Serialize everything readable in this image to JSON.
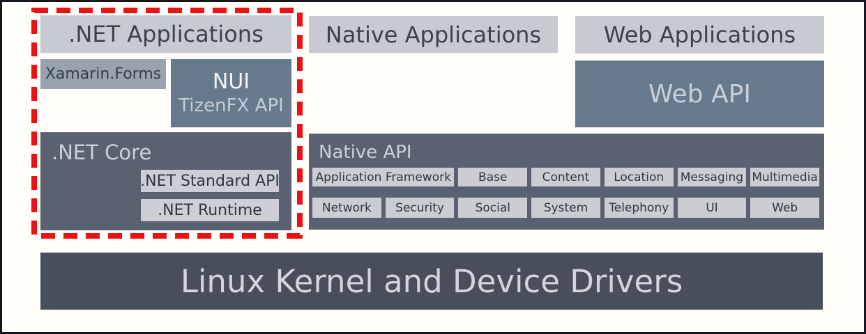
{
  "diagram": {
    "title_implicit": "Tizen platform architecture diagram"
  },
  "colors": {
    "background": "#fffefa",
    "outer_border": "#16161e",
    "highlight_red": "#ee1111",
    "header_bg": "#c8cad1",
    "light_box_bg": "#cbcdd3",
    "medium_box_bg": "#9aa2b0",
    "slate_box_bg": "#67798c",
    "dark_box_bg": "#5a6170",
    "kernel_bg": "#484e5a",
    "dark_text": "#39424e",
    "light_text": "#ccd1d9"
  },
  "dotnet_section": {
    "header": ".NET Applications",
    "xamarin": "Xamarin.Forms",
    "nui_title": "NUI",
    "nui_subtitle": "TizenFX API",
    "core_title": ".NET Core",
    "core_items": [
      ".NET Standard API",
      ".NET Runtime"
    ]
  },
  "native_section": {
    "header": "Native Applications",
    "api_title": "Native API",
    "api_row1": [
      "Application Framework",
      "Base",
      "Content",
      "Location",
      "Messaging",
      "Multimedia"
    ],
    "api_row2": [
      "Network",
      "Security",
      "Social",
      "System",
      "Telephony",
      "UI",
      "Web"
    ]
  },
  "web_section": {
    "header": "Web Applications",
    "api_title": "Web API"
  },
  "kernel": {
    "label": "Linux Kernel and Device Drivers"
  }
}
